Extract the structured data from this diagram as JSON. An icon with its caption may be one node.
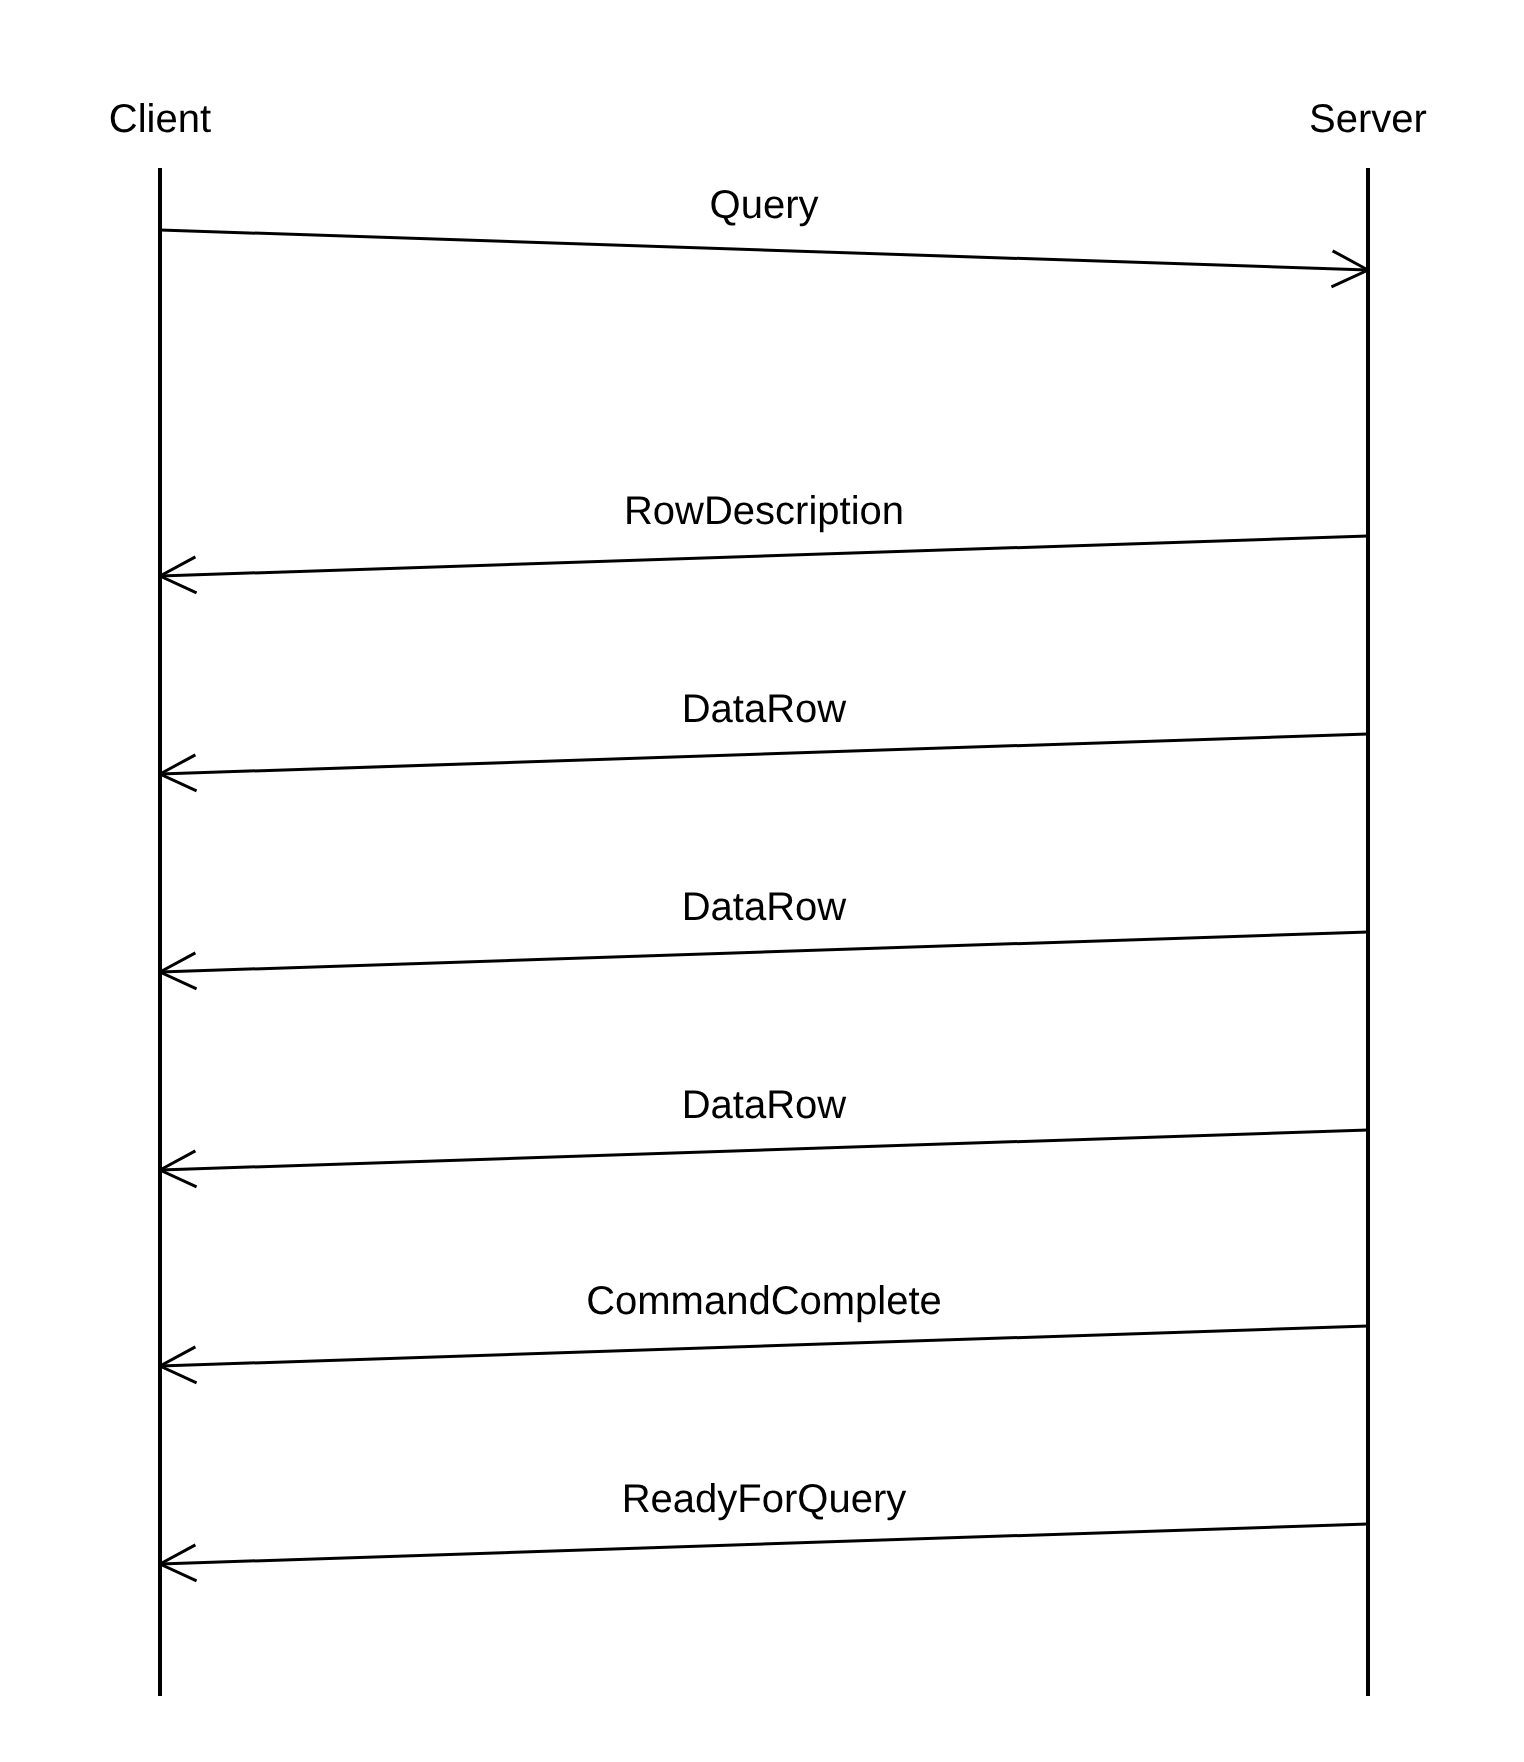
{
  "diagram": {
    "nodes": [
      {
        "text": [
          "Client"
        ]
      },
      {
        "text": [
          "Server"
        ]
      }
    ],
    "edges": [
      {
        "from": 0,
        "to": 1,
        "arrow": "to",
        "label": "Query"
      },
      {
        "from": 1,
        "to": 0,
        "arrow": "to",
        "label": "RowDescription"
      },
      {
        "from": 1,
        "to": 0,
        "arrow": "to",
        "label": "DataRow"
      },
      {
        "from": 1,
        "to": 0,
        "arrow": "to",
        "label": "DataRow"
      },
      {
        "from": 1,
        "to": 0,
        "arrow": "to",
        "label": "DataRow"
      },
      {
        "from": 1,
        "to": 0,
        "arrow": "to",
        "label": "CommandComplete"
      },
      {
        "from": 1,
        "to": 0,
        "arrow": "to",
        "label": "ReadyForQuery"
      }
    ]
  }
}
